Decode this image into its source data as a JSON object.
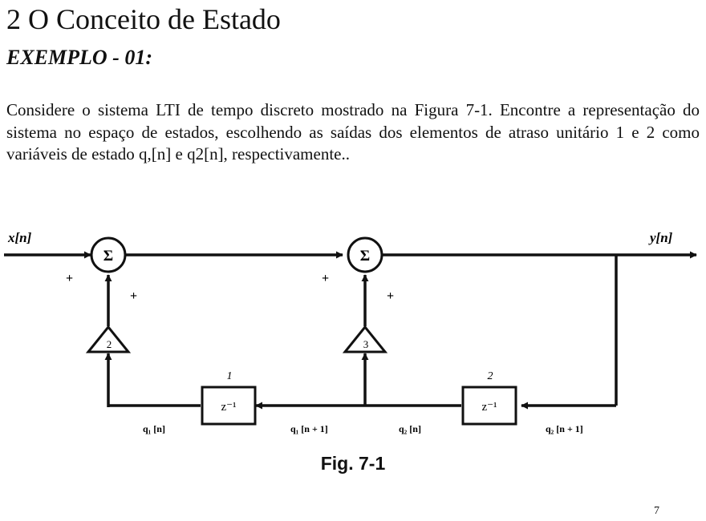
{
  "header": {
    "title": "2 O Conceito de Estado",
    "subtitle": "EXEMPLO - 01:"
  },
  "body": {
    "paragraph": "Considere o sistema LTI de tempo discreto mostrado na Figura 7-1. Encontre a representação do sistema no espaço de estados, escolhendo as saídas dos elementos de atraso unitário 1 e 2 como variáveis de estado q,[n] e q2[n], respectivamente.."
  },
  "figure": {
    "input_label": "x[n]",
    "output_label": "y[n]",
    "sum_symbol": "Σ",
    "plus_sign": "+",
    "gain_1": "2",
    "gain_2": "3",
    "delay_1_number": "1",
    "delay_2_number": "2",
    "delay_symbol": "z⁻¹",
    "signal_q1_n": "q₁ [n]",
    "signal_q1_n1": "q₁ [n + 1]",
    "signal_q2_n": "q₂ [n]",
    "signal_q2_n1": "q₂ [n + 1]",
    "caption": "Fig. 7-1"
  },
  "footer": {
    "page_number": "7"
  }
}
